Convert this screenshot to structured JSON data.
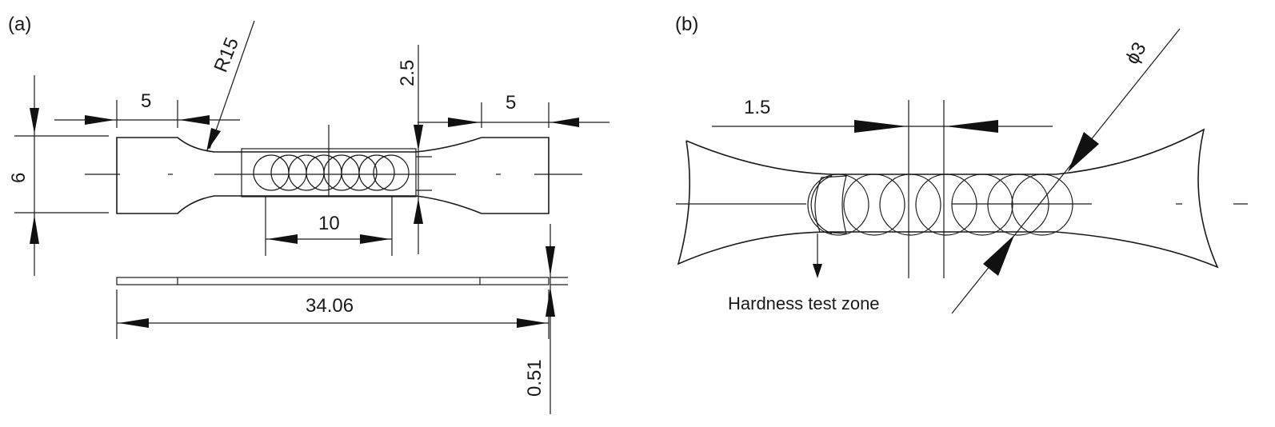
{
  "panel_a": {
    "label": "(a)",
    "dim_grip_left": "5",
    "dim_grip_right": "5",
    "dim_radius": "R15",
    "dim_width": "6",
    "dim_gauge_width": "2.5",
    "dim_gauge_length": "10",
    "dim_total_length": "34.06",
    "dim_thickness": "0.51"
  },
  "panel_b": {
    "label": "(b)",
    "dim_spacing": "1.5",
    "dim_diameter": "ϕ3",
    "hardness_label": "Hardness test zone"
  }
}
